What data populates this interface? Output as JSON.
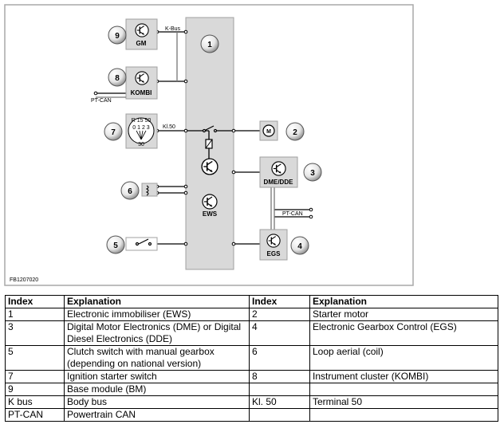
{
  "diagram": {
    "center_module_number": "1",
    "center_module_label": "EWS",
    "figure_code": "FB1207020",
    "components": [
      {
        "number": "9",
        "label": "GM"
      },
      {
        "number": "8",
        "label": "KOMBI"
      },
      {
        "number": "7",
        "label": ""
      },
      {
        "number": "6",
        "label": ""
      },
      {
        "number": "5",
        "label": ""
      },
      {
        "number": "2",
        "label": ""
      },
      {
        "number": "3",
        "label": "DME/DDE"
      },
      {
        "number": "4",
        "label": "EGS"
      }
    ],
    "ignition_switch": {
      "top": "R  15  50",
      "middle": "0 1 2 3",
      "bottom": "30"
    },
    "wire_labels": {
      "k_bus": "K-Bus",
      "kl50": "Kl.50",
      "pt_can_left": "PT-CAN",
      "pt_can_right": "PT-CAN"
    }
  },
  "legend": {
    "headers": [
      "Index",
      "Explanation",
      "Index",
      "Explanation"
    ],
    "rows": [
      [
        "1",
        "Electronic immobiliser (EWS)",
        "2",
        "Starter motor"
      ],
      [
        "3",
        "Digital Motor Electronics (DME) or Digital Diesel Electronics (DDE)",
        "4",
        "Electronic Gearbox Control (EGS)"
      ],
      [
        "5",
        "Clutch switch with manual gearbox (depending on national version)",
        "6",
        "Loop aerial (coil)"
      ],
      [
        "7",
        "Ignition starter switch",
        "8",
        "Instrument cluster (KOMBI)"
      ],
      [
        "9",
        "Base module (BM)",
        "",
        ""
      ],
      [
        "K bus",
        "Body bus",
        "Kl. 50",
        "Terminal 50"
      ],
      [
        "PT-CAN",
        "Powertrain CAN",
        "",
        ""
      ]
    ]
  }
}
